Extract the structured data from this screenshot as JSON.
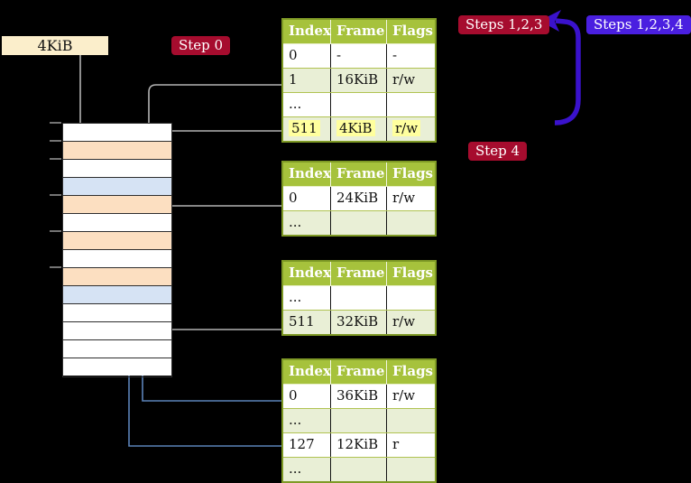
{
  "frame_label": "4KiB",
  "badges": [
    {
      "id": "step-0",
      "label": "Step 0",
      "color": "#a60c2e"
    },
    {
      "id": "steps-1-2-3",
      "label": "Steps 1,2,3",
      "color": "#a60c2e"
    },
    {
      "id": "steps-1-2-3-4",
      "label": "Steps 1,2,3,4",
      "color": "#4a1fe0"
    },
    {
      "id": "step-4",
      "label": "Step 4",
      "color": "#a60c2e"
    }
  ],
  "memory": {
    "rows": [
      "white",
      "orange",
      "white",
      "blue",
      "orange",
      "white",
      "orange",
      "white",
      "orange",
      "blue",
      "white",
      "white",
      "white",
      "white"
    ]
  },
  "tables": [
    {
      "headers": [
        "Index",
        "Frame",
        "Flags"
      ],
      "rows": [
        {
          "index": "0",
          "frame": "-",
          "flags": "-",
          "highlight": false
        },
        {
          "index": "1",
          "frame": "16KiB",
          "flags": "r/w",
          "highlight": false
        },
        {
          "index": "...",
          "frame": "",
          "flags": "",
          "highlight": false
        },
        {
          "index": "511",
          "frame": "4KiB",
          "flags": "r/w",
          "highlight": true
        }
      ]
    },
    {
      "headers": [
        "Index",
        "Frame",
        "Flags"
      ],
      "rows": [
        {
          "index": "0",
          "frame": "24KiB",
          "flags": "r/w",
          "highlight": false
        },
        {
          "index": "...",
          "frame": "",
          "flags": "",
          "highlight": false
        }
      ]
    },
    {
      "headers": [
        "Index",
        "Frame",
        "Flags"
      ],
      "rows": [
        {
          "index": "...",
          "frame": "",
          "flags": "",
          "highlight": false
        },
        {
          "index": "511",
          "frame": "32KiB",
          "flags": "r/w",
          "highlight": false
        }
      ]
    },
    {
      "headers": [
        "Index",
        "Frame",
        "Flags"
      ],
      "rows": [
        {
          "index": "0",
          "frame": "36KiB",
          "flags": "r/w",
          "highlight": false
        },
        {
          "index": "...",
          "frame": "",
          "flags": "",
          "highlight": false
        },
        {
          "index": "127",
          "frame": "12KiB",
          "flags": "r",
          "highlight": false
        },
        {
          "index": "...",
          "frame": "",
          "flags": "",
          "highlight": false
        }
      ]
    }
  ],
  "colors": {
    "memory_row_orange": "#fcdfc1",
    "memory_row_blue": "#d6e3f4",
    "memory_row_white": "#ffffff",
    "table_header": "#a6c23c",
    "table_alt_row": "#e9efd6",
    "highlight": "#ffff9e",
    "gray_connector": "#b3b3b3",
    "blue_connector": "#5b82b8",
    "loop_arrow": "#3a12cc",
    "label_box": "#fbeecb"
  }
}
